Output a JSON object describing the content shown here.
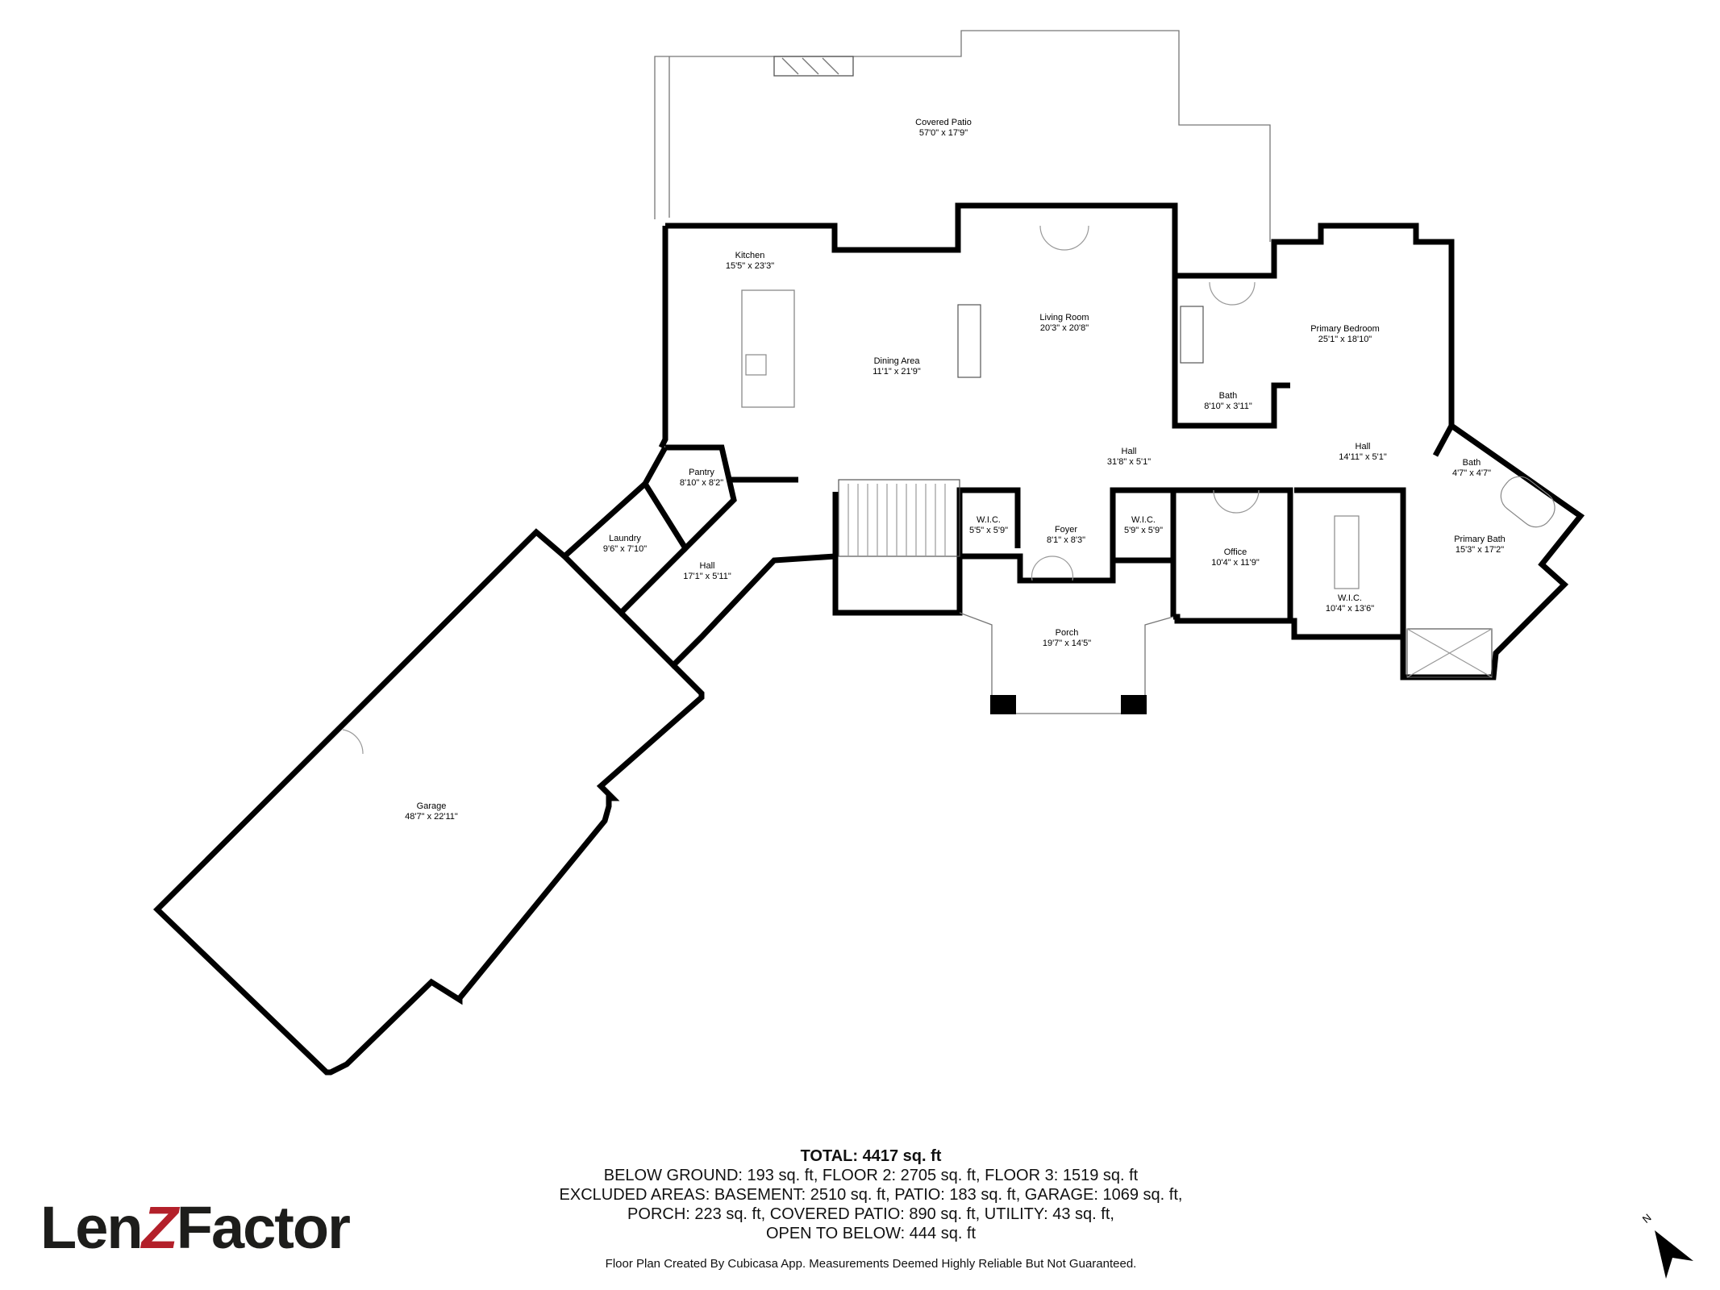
{
  "rooms": [
    {
      "id": "covered-patio",
      "name": "Covered Patio",
      "dims": "57'0\" x 17'9\""
    },
    {
      "id": "kitchen",
      "name": "Kitchen",
      "dims": "15'5\" x 23'3\""
    },
    {
      "id": "living-room",
      "name": "Living Room",
      "dims": "20'3\" x 20'8\""
    },
    {
      "id": "dining-area",
      "name": "Dining Area",
      "dims": "11'1\" x 21'9\""
    },
    {
      "id": "primary-bedroom",
      "name": "Primary Bedroom",
      "dims": "25'1\" x 18'10\""
    },
    {
      "id": "bath-1",
      "name": "Bath",
      "dims": "8'10\" x 3'11\""
    },
    {
      "id": "hall-main",
      "name": "Hall",
      "dims": "31'8\" x 5'1\""
    },
    {
      "id": "hall-primary",
      "name": "Hall",
      "dims": "14'11\" x 5'1\""
    },
    {
      "id": "bath-2",
      "name": "Bath",
      "dims": "4'7\" x 4'7\""
    },
    {
      "id": "pantry",
      "name": "Pantry",
      "dims": "8'10\" x 8'2\""
    },
    {
      "id": "laundry",
      "name": "Laundry",
      "dims": "9'6\" x 7'10\""
    },
    {
      "id": "hall-garage",
      "name": "Hall",
      "dims": "17'1\" x 5'11\""
    },
    {
      "id": "wic-1",
      "name": "W.I.C.",
      "dims": "5'5\" x 5'9\""
    },
    {
      "id": "foyer",
      "name": "Foyer",
      "dims": "8'1\" x 8'3\""
    },
    {
      "id": "wic-2",
      "name": "W.I.C.",
      "dims": "5'9\" x 5'9\""
    },
    {
      "id": "office",
      "name": "Office",
      "dims": "10'4\" x 11'9\""
    },
    {
      "id": "wic-3",
      "name": "W.I.C.",
      "dims": "10'4\" x 13'6\""
    },
    {
      "id": "primary-bath",
      "name": "Primary Bath",
      "dims": "15'3\" x 17'2\""
    },
    {
      "id": "porch",
      "name": "Porch",
      "dims": "19'7\" x 14'5\""
    },
    {
      "id": "garage",
      "name": "Garage",
      "dims": "48'7\" x 22'11\""
    }
  ],
  "summary": {
    "total": "TOTAL: 4417 sq. ft",
    "line1": "BELOW GROUND: 193 sq. ft, FLOOR 2: 2705 sq. ft, FLOOR 3: 1519 sq. ft",
    "line2": "EXCLUDED AREAS: BASEMENT: 2510 sq. ft, PATIO: 183 sq. ft, GARAGE: 1069 sq. ft,",
    "line3": "PORCH: 223 sq. ft, COVERED PATIO: 890 sq. ft, UTILITY: 43 sq. ft,",
    "line4": "OPEN TO BELOW: 444 sq. ft"
  },
  "footer_note": "Floor Plan Created By Cubicasa App. Measurements Deemed Highly Reliable But Not Guaranteed.",
  "logo": {
    "part1": "Len",
    "part2": "Z",
    "part3": "Factor"
  },
  "compass": {
    "label": "N",
    "icon": "north-arrow-icon"
  },
  "colors": {
    "wall": "#000000",
    "logo_accent": "#b3202a",
    "logo_text": "#1d1d1b"
  }
}
